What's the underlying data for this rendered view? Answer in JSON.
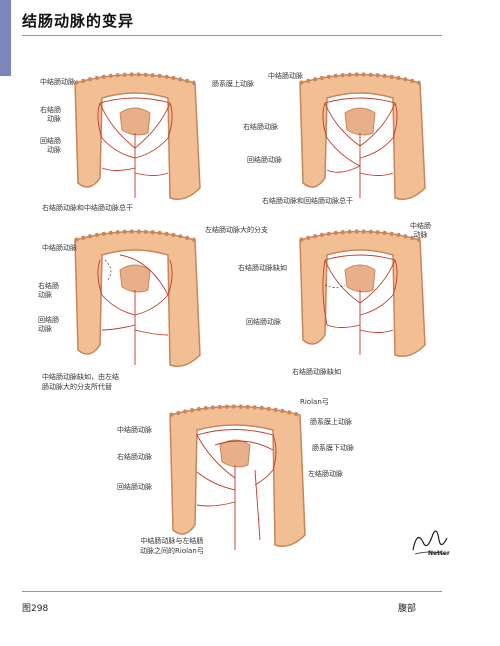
{
  "header": {
    "title": "结肠动脉的变异"
  },
  "figures": [
    {
      "labels": {
        "middle_colic": "中结肠动脉",
        "right_colic": "右结肠\n动脉",
        "ileocolic": "回结肠\n动脉",
        "sma": "肠系膜上动脉"
      },
      "caption": "右结肠动脉和中结肠动脉总干"
    },
    {
      "labels": {
        "middle_colic": "中结肠动脉",
        "right_colic": "右结肠动脉",
        "ileocolic": "回结肠动脉"
      },
      "caption": "右结肠动脉和回结肠动脉总干"
    },
    {
      "labels": {
        "middle_colic": "中结肠动脉",
        "right_colic": "右结肠\n动脉",
        "ileocolic": "回结肠\n动脉",
        "left_branch": "左结肠动脉大的分支"
      },
      "caption": "中结肠动脉缺如，由左结\n肠动脉大的分支所代替"
    },
    {
      "labels": {
        "right_colic_absent": "右结肠动脉缺如",
        "middle_colic": "中结肠\n动脉",
        "ileocolic": "回结肠动脉"
      },
      "caption": "右结肠动脉缺如"
    },
    {
      "labels": {
        "riolan": "Riolan弓",
        "middle_colic": "中结肠动脉",
        "sma": "肠系膜上动脉",
        "ima": "肠系膜下动脉",
        "right_colic": "右结肠动脉",
        "left_colic": "左结肠动脉",
        "ileocolic": "回结肠动脉"
      },
      "caption": "中结肠动脉与左结肠\n动脉之间的Riolan弓"
    }
  ],
  "signature": {
    "publisher": "Netter"
  },
  "footer": {
    "figure_number": "图298",
    "section": "腹部"
  },
  "colors": {
    "colon_fill": "#f2bf95",
    "colon_outline": "#c8855a",
    "artery": "#c0392b",
    "pancreas": "#e8b08a",
    "side_tab": "#7d86b8"
  }
}
